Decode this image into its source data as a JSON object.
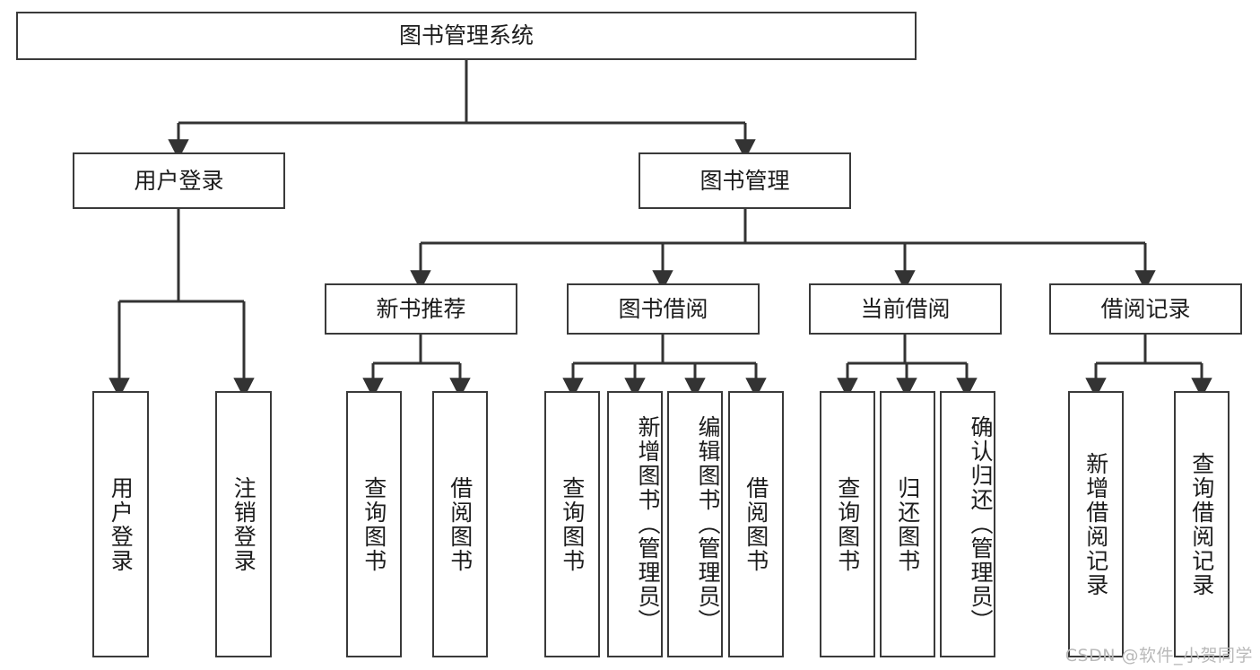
{
  "diagram": {
    "title": "图书管理系统",
    "type": "tree-hierarchy",
    "watermark": "CSDN @软件_小贺同学",
    "colors": {
      "box_border": "#3a3a3a",
      "box_fill": "#ffffff",
      "edge": "#333333",
      "text": "#1c1c1c",
      "watermark": "#b9b9b9",
      "background": "#ffffff"
    },
    "levels": {
      "root": {
        "label": "图书管理系统"
      },
      "level2": [
        {
          "id": "user-login",
          "label": "用户登录"
        },
        {
          "id": "book-management",
          "label": "图书管理"
        }
      ],
      "level3": [
        {
          "id": "new-book-recommend",
          "label": "新书推荐",
          "parent": "book-management"
        },
        {
          "id": "book-borrow",
          "label": "图书借阅",
          "parent": "book-management"
        },
        {
          "id": "current-borrow",
          "label": "当前借阅",
          "parent": "book-management"
        },
        {
          "id": "borrow-record",
          "label": "借阅记录",
          "parent": "book-management"
        }
      ],
      "leaves": [
        {
          "id": "leaf-user-login",
          "label": "用户登录",
          "parent": "user-login"
        },
        {
          "id": "leaf-user-logout",
          "label": "注销登录",
          "parent": "user-login"
        },
        {
          "id": "leaf-query-book-1",
          "label": "查询图书",
          "parent": "new-book-recommend"
        },
        {
          "id": "leaf-borrow-book-1",
          "label": "借阅图书",
          "parent": "new-book-recommend"
        },
        {
          "id": "leaf-query-book-2",
          "label": "查询图书",
          "parent": "book-borrow"
        },
        {
          "id": "leaf-add-book",
          "label": "新增图书（管理员）",
          "parent": "book-borrow"
        },
        {
          "id": "leaf-edit-book",
          "label": "编辑图书（管理员）",
          "parent": "book-borrow"
        },
        {
          "id": "leaf-borrow-book-2",
          "label": "借阅图书",
          "parent": "book-borrow"
        },
        {
          "id": "leaf-query-book-3",
          "label": "查询图书",
          "parent": "current-borrow"
        },
        {
          "id": "leaf-return-book",
          "label": "归还图书",
          "parent": "current-borrow"
        },
        {
          "id": "leaf-confirm-return",
          "label": "确认归还（管理员）",
          "parent": "current-borrow"
        },
        {
          "id": "leaf-add-record",
          "label": "新增借阅记录",
          "parent": "borrow-record"
        },
        {
          "id": "leaf-query-record",
          "label": "查询借阅记录",
          "parent": "borrow-record"
        }
      ]
    }
  }
}
